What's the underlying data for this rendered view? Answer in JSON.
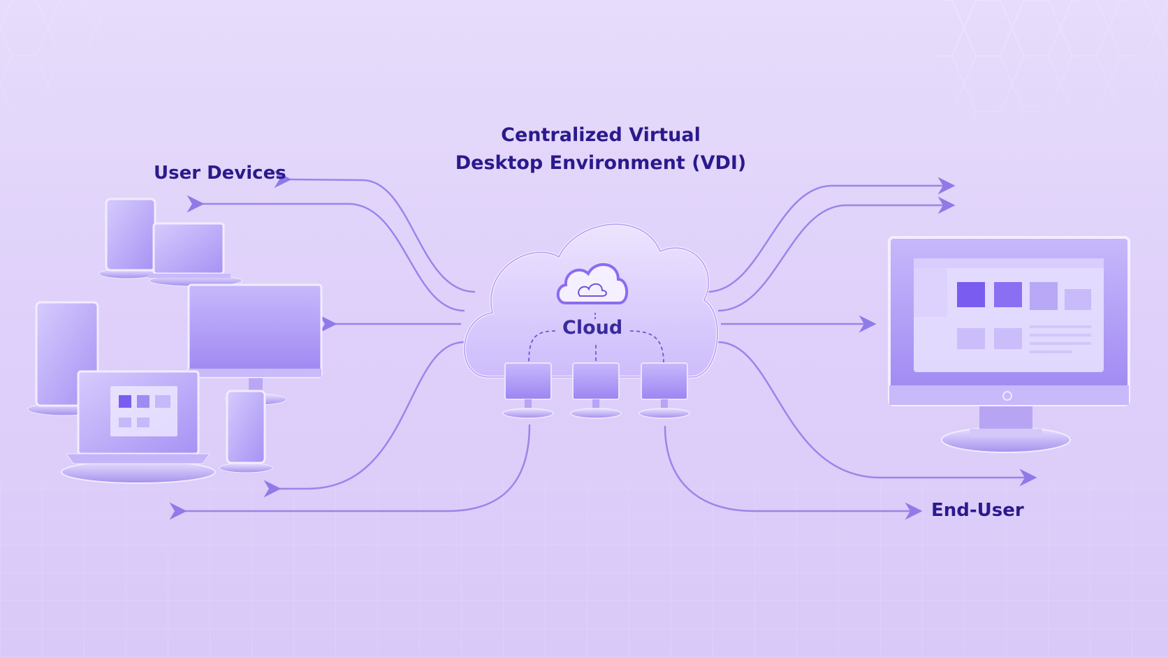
{
  "title": {
    "line1": "Centralized Virtual",
    "line2": "Desktop Environment (VDI)"
  },
  "labels": {
    "user_devices": "User Devices",
    "end_user": "End-User",
    "cloud": "Cloud"
  },
  "icons": [
    "cloud-icon",
    "tablet-icon",
    "laptop-icon",
    "monitor-icon",
    "phone-icon",
    "server-monitor-icon",
    "desktop-monitor-icon",
    "arrow-icon"
  ],
  "colors": {
    "text": "#2a1a8c",
    "accent": "#7a5cf0",
    "line": "#8f7ae8",
    "line_highlight": "#c59bf5"
  }
}
